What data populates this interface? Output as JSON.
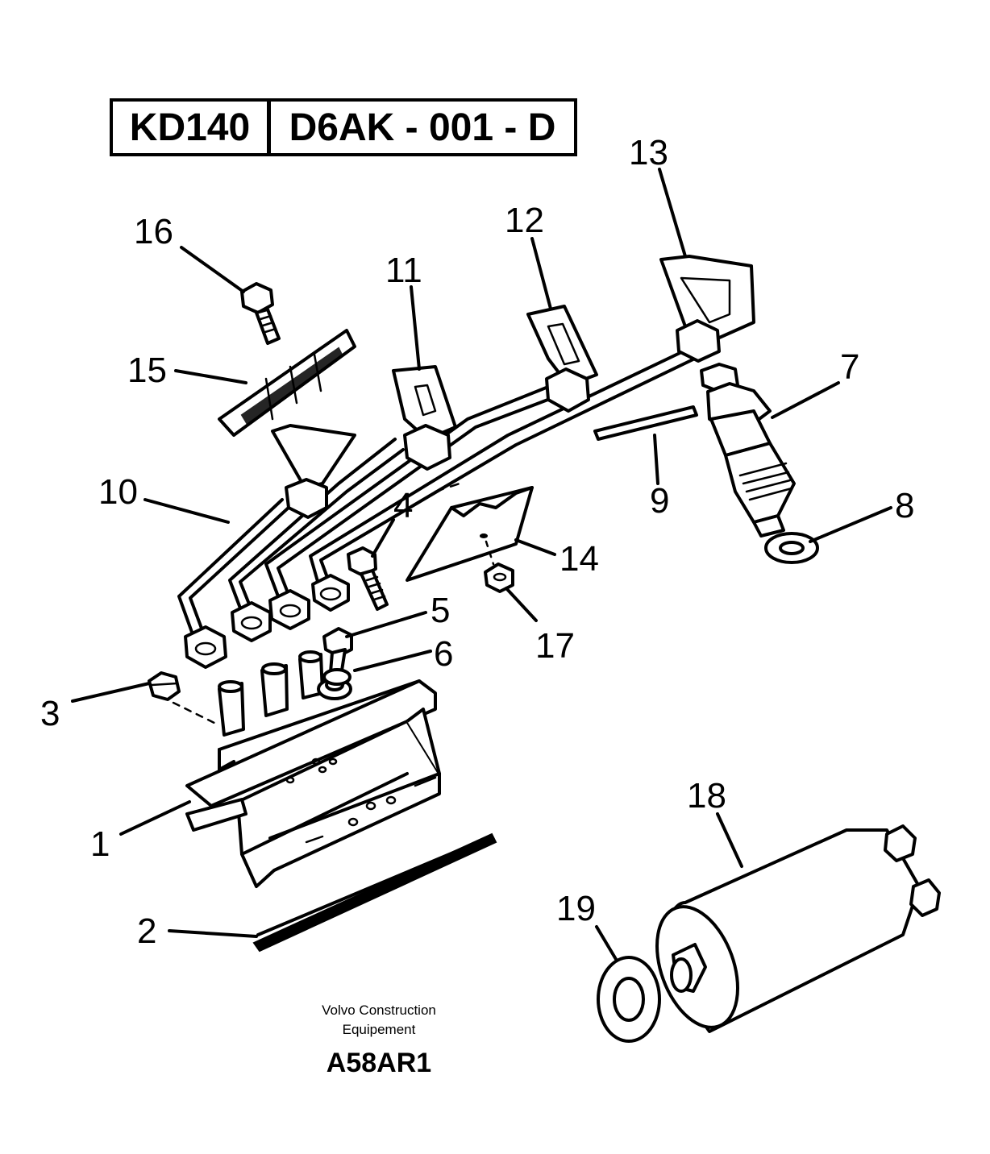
{
  "header": {
    "model": "KD140",
    "code": "D6AK - 001 - D"
  },
  "callouts": [
    {
      "id": "1",
      "label": "1"
    },
    {
      "id": "2",
      "label": "2"
    },
    {
      "id": "3",
      "label": "3"
    },
    {
      "id": "4",
      "label": "4"
    },
    {
      "id": "5",
      "label": "5"
    },
    {
      "id": "6",
      "label": "6"
    },
    {
      "id": "7",
      "label": "7"
    },
    {
      "id": "8",
      "label": "8"
    },
    {
      "id": "9",
      "label": "9"
    },
    {
      "id": "10",
      "label": "10"
    },
    {
      "id": "11",
      "label": "11"
    },
    {
      "id": "12",
      "label": "12"
    },
    {
      "id": "13",
      "label": "13"
    },
    {
      "id": "14",
      "label": "14"
    },
    {
      "id": "15",
      "label": "15"
    },
    {
      "id": "16",
      "label": "16"
    },
    {
      "id": "17",
      "label": "17"
    },
    {
      "id": "18",
      "label": "18"
    },
    {
      "id": "19",
      "label": "19"
    }
  ],
  "footer": {
    "line1": "Volvo Construction",
    "line2": "Equipement",
    "ref": "A58AR1"
  },
  "colors": {
    "ink": "#000000",
    "paper": "#ffffff"
  }
}
